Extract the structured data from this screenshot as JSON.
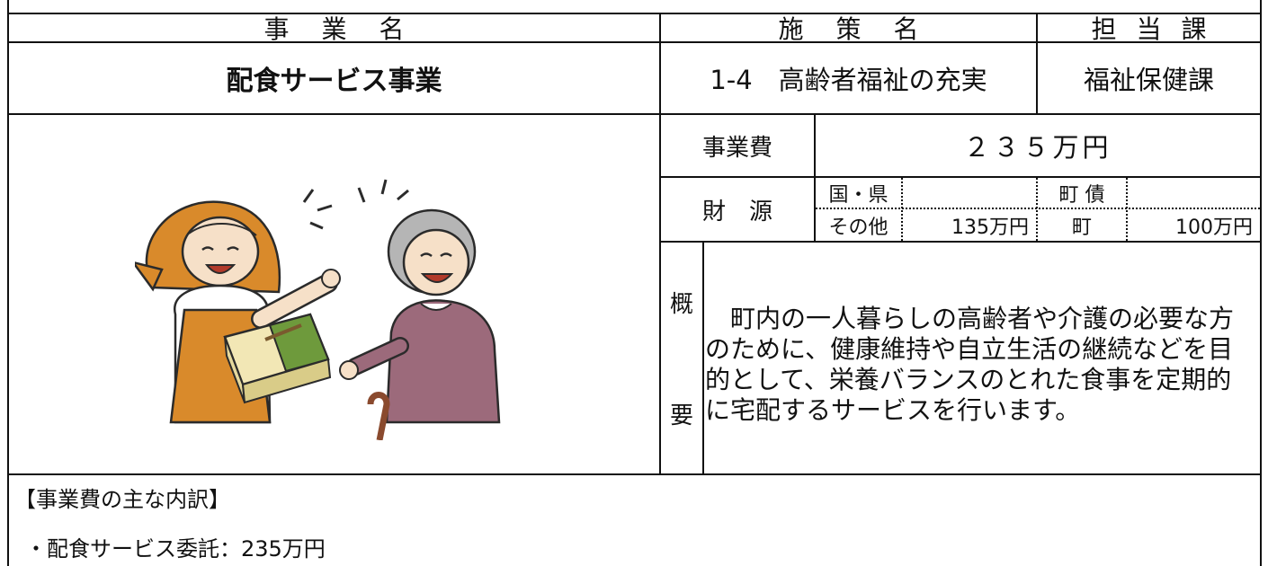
{
  "headers": {
    "project_name": "事業名",
    "policy_name": "施策名",
    "department": "担当課"
  },
  "project": "配食サービス事業",
  "policy": "1-4　高齢者福祉の充実",
  "department": "福祉保健課",
  "cost": {
    "label": "事業費",
    "value": "２３５万円"
  },
  "funding": {
    "label": "財　源",
    "national_pref_label": "国・県",
    "national_pref_value": "",
    "bond_label": "町 債",
    "bond_value": "",
    "other_label": "その他",
    "other_value": "135万円",
    "town_label": "町",
    "town_value": "100万円"
  },
  "overview": {
    "label_top": "概",
    "label_bottom": "要",
    "text": "　町内の一人暮らしの高齢者や介護の必要な方のために、健康維持や自立生活の継続などを目的として、栄養バランスのとれた食事を定期的に宅配するサービスを行います。"
  },
  "breakdown": {
    "heading": "【事業費の主な内訳】",
    "items": [
      "・配食サービス委託：235万円"
    ]
  },
  "illustration": {
    "description_icon": "meal-delivery-illustration",
    "colors": {
      "apron": "#d98a2b",
      "skin": "#f6e0c8",
      "box_green": "#6e9a3c",
      "box_cream": "#f2e7b5",
      "dress": "#9c6a7b",
      "hair": "#b5b5b5",
      "cane": "#8a4a2e"
    }
  }
}
